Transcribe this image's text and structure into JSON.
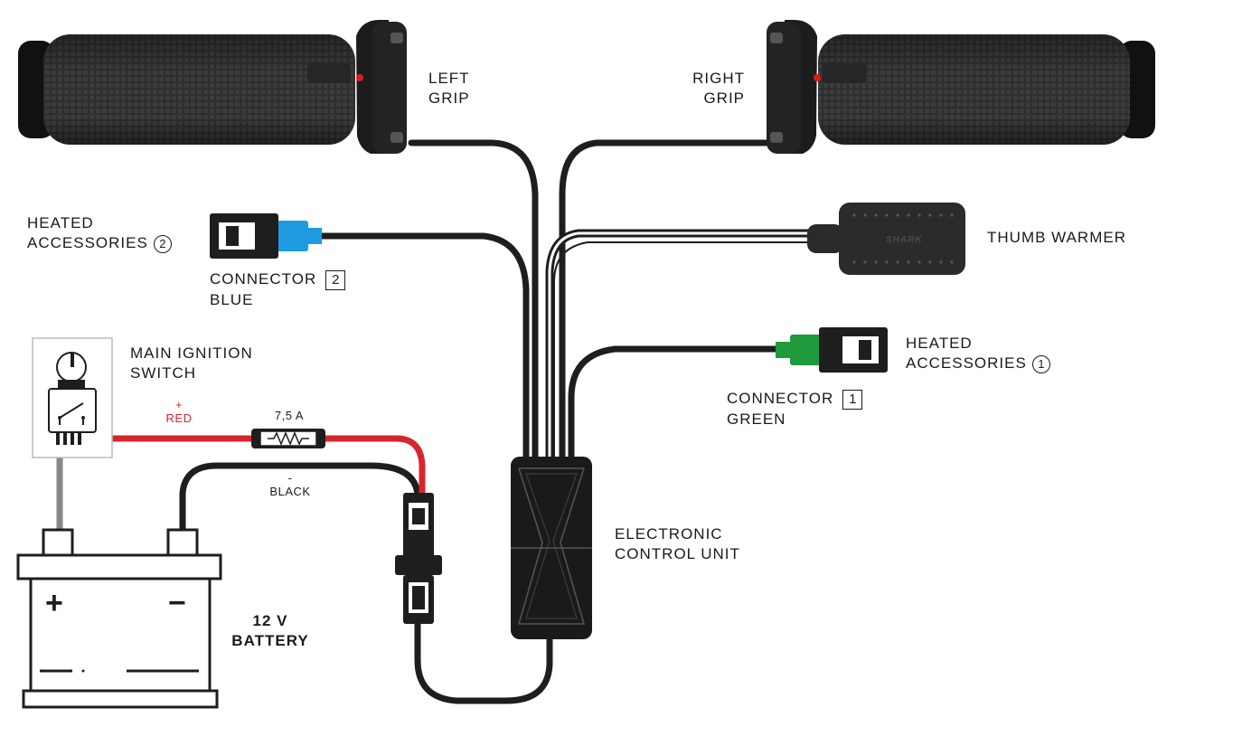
{
  "labels": {
    "left_grip": [
      "LEFT",
      "GRIP"
    ],
    "right_grip": [
      "RIGHT",
      "GRIP"
    ],
    "heated_acc_2": {
      "line1": "HEATED",
      "line2": "ACCESSORIES",
      "badge": "2"
    },
    "connector_blue": {
      "line1": "CONNECTOR",
      "line2": "BLUE",
      "badge": "2"
    },
    "thumb_warmer": "THUMB WARMER",
    "heated_acc_1": {
      "line1": "HEATED",
      "line2": "ACCESSORIES",
      "badge": "1"
    },
    "connector_green": {
      "line1": "CONNECTOR",
      "line2": "GREEN",
      "badge": "1"
    },
    "main_ignition": [
      "MAIN IGNITION",
      "SWITCH"
    ],
    "red_wire": {
      "sign": "+",
      "name": "RED"
    },
    "fuse": "7,5 A",
    "black_wire": {
      "sign": "-",
      "name": "BLACK"
    },
    "ecu": [
      "ELECTRONIC",
      "CONTROL UNIT"
    ],
    "battery": [
      "12 V",
      "BATTERY"
    ],
    "battery_plus": "+",
    "battery_minus": "−",
    "brand_mark": "SHARK"
  },
  "colors": {
    "wire": "#1e1e1e",
    "red_wire": "#d7262e",
    "blue_connector": "#1e9be0",
    "green_connector": "#1f9a3c",
    "grip": "#2b2b2b",
    "grip_indicator": "#e01b1b"
  }
}
